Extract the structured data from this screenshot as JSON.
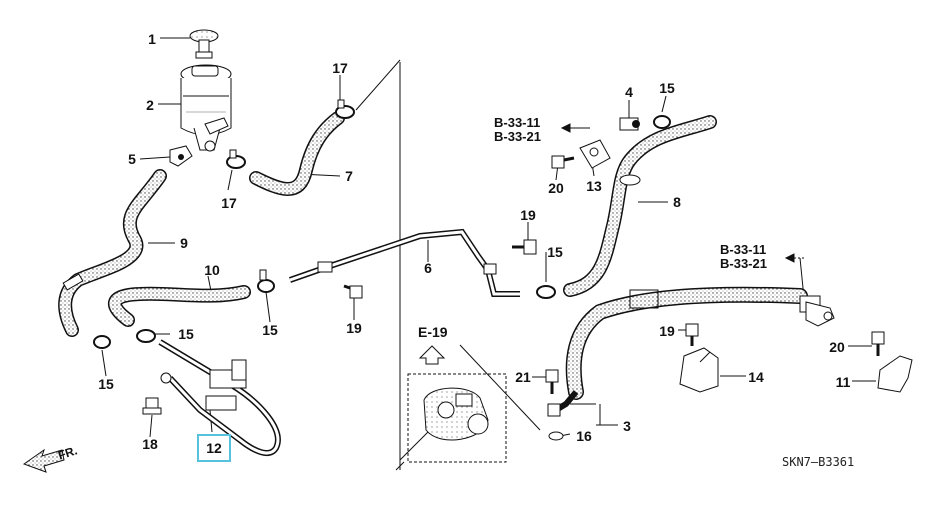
{
  "diagram": {
    "code": "SKN7—B3361",
    "direction": {
      "label": "FR.",
      "icon": "front-direction-arrow-icon"
    },
    "highlight_color": "#56c2dd",
    "highlighted_part": "12",
    "part_numbers": [
      {
        "id": "p1",
        "label": "1"
      },
      {
        "id": "p2",
        "label": "2"
      },
      {
        "id": "p3",
        "label": "3"
      },
      {
        "id": "p4",
        "label": "4"
      },
      {
        "id": "p5",
        "label": "5"
      },
      {
        "id": "p6",
        "label": "6"
      },
      {
        "id": "p7",
        "label": "7"
      },
      {
        "id": "p8",
        "label": "8"
      },
      {
        "id": "p9",
        "label": "9"
      },
      {
        "id": "p10",
        "label": "10"
      },
      {
        "id": "p11",
        "label": "11"
      },
      {
        "id": "p13",
        "label": "13"
      },
      {
        "id": "p14",
        "label": "14"
      },
      {
        "id": "p15a",
        "label": "15"
      },
      {
        "id": "p15b",
        "label": "15"
      },
      {
        "id": "p15c",
        "label": "15"
      },
      {
        "id": "p15d",
        "label": "15"
      },
      {
        "id": "p15e",
        "label": "15"
      },
      {
        "id": "p16",
        "label": "16"
      },
      {
        "id": "p17a",
        "label": "17"
      },
      {
        "id": "p17b",
        "label": "17"
      },
      {
        "id": "p18",
        "label": "18"
      },
      {
        "id": "p19a",
        "label": "19"
      },
      {
        "id": "p19b",
        "label": "19"
      },
      {
        "id": "p19c",
        "label": "19"
      },
      {
        "id": "p20a",
        "label": "20"
      },
      {
        "id": "p20b",
        "label": "20"
      },
      {
        "id": "p21",
        "label": "21"
      }
    ],
    "references": [
      {
        "id": "ref-left",
        "lines": [
          "B-33-11",
          "B-33-21"
        ]
      },
      {
        "id": "ref-right",
        "lines": [
          "B-33-11",
          "B-33-21"
        ]
      },
      {
        "id": "ref-e19",
        "lines": [
          "E-19"
        ]
      }
    ]
  }
}
